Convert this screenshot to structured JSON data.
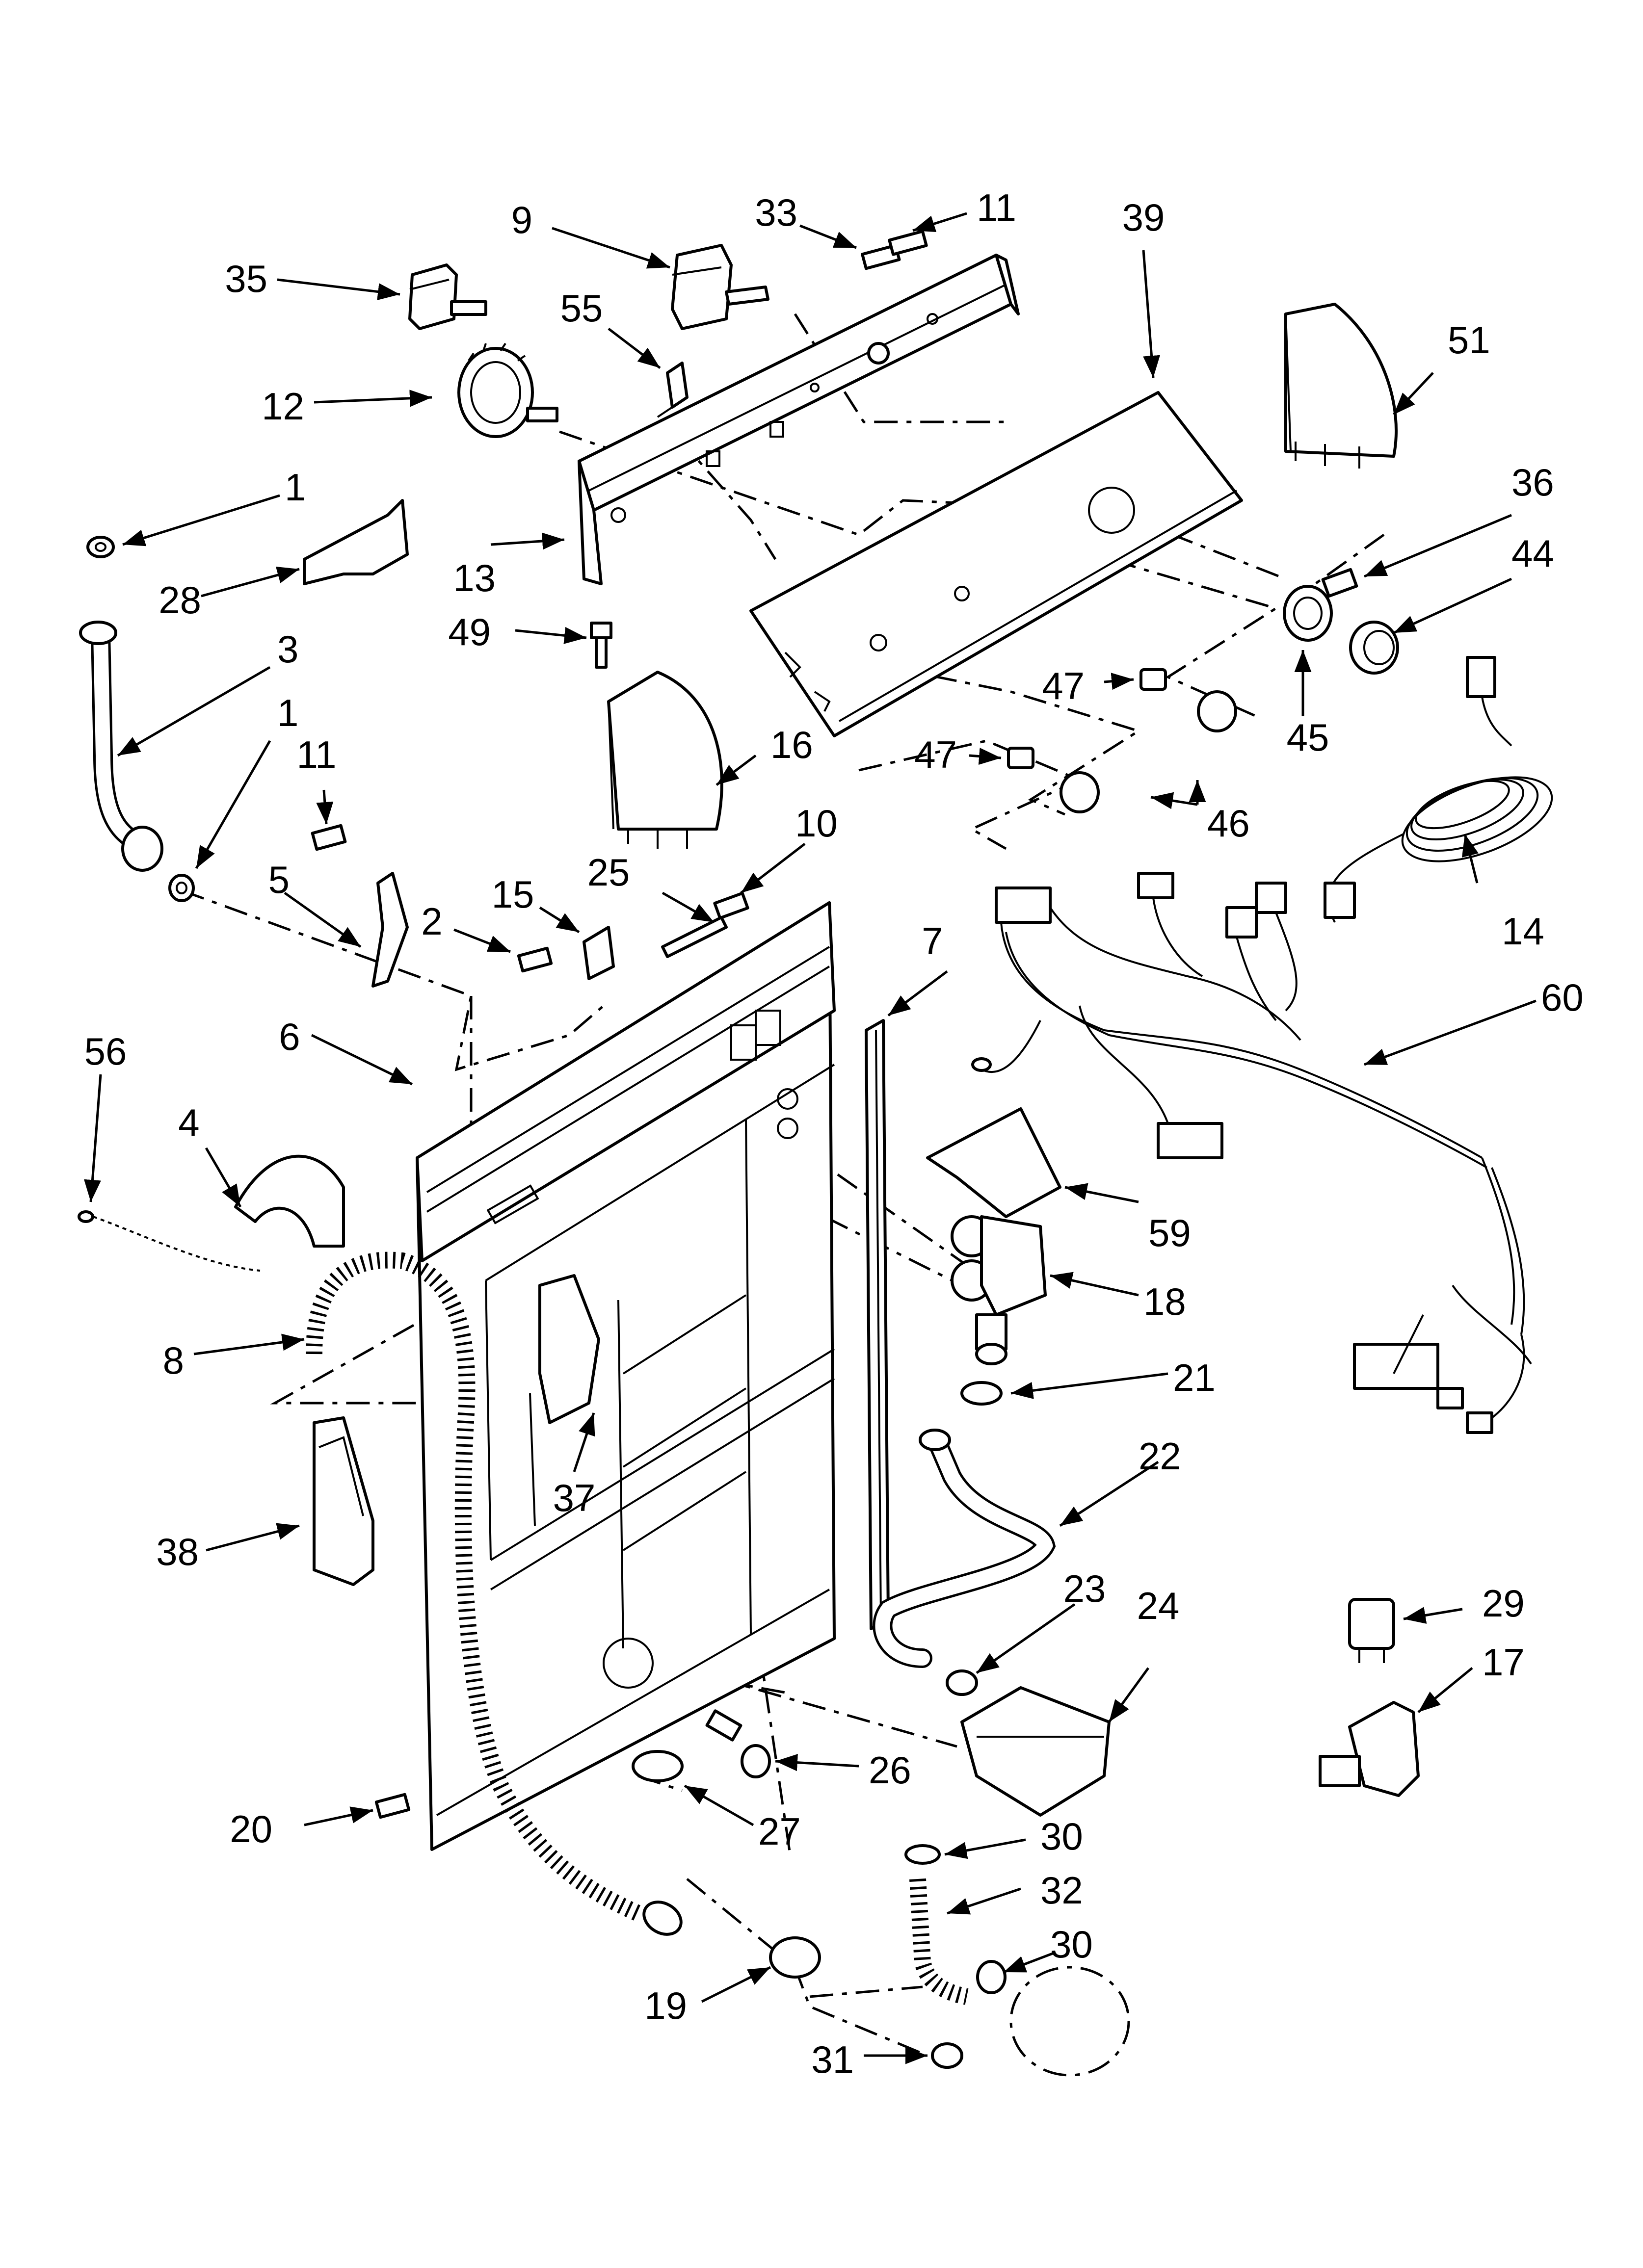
{
  "diagram": {
    "type": "exploded-parts-diagram",
    "callouts": [
      {
        "id": "c1a",
        "label": "1"
      },
      {
        "id": "c1b",
        "label": "1"
      },
      {
        "id": "c2",
        "label": "2"
      },
      {
        "id": "c3",
        "label": "3"
      },
      {
        "id": "c4",
        "label": "4"
      },
      {
        "id": "c5",
        "label": "5"
      },
      {
        "id": "c6",
        "label": "6"
      },
      {
        "id": "c7",
        "label": "7"
      },
      {
        "id": "c8",
        "label": "8"
      },
      {
        "id": "c9",
        "label": "9"
      },
      {
        "id": "c10",
        "label": "10"
      },
      {
        "id": "c11a",
        "label": "11"
      },
      {
        "id": "c11b",
        "label": "11"
      },
      {
        "id": "c12",
        "label": "12"
      },
      {
        "id": "c13",
        "label": "13"
      },
      {
        "id": "c14",
        "label": "14"
      },
      {
        "id": "c15",
        "label": "15"
      },
      {
        "id": "c16",
        "label": "16"
      },
      {
        "id": "c17",
        "label": "17"
      },
      {
        "id": "c18",
        "label": "18"
      },
      {
        "id": "c19",
        "label": "19"
      },
      {
        "id": "c20",
        "label": "20"
      },
      {
        "id": "c21",
        "label": "21"
      },
      {
        "id": "c22",
        "label": "22"
      },
      {
        "id": "c23",
        "label": "23"
      },
      {
        "id": "c24",
        "label": "24"
      },
      {
        "id": "c25",
        "label": "25"
      },
      {
        "id": "c26",
        "label": "26"
      },
      {
        "id": "c27",
        "label": "27"
      },
      {
        "id": "c28",
        "label": "28"
      },
      {
        "id": "c29",
        "label": "29"
      },
      {
        "id": "c30a",
        "label": "30"
      },
      {
        "id": "c30b",
        "label": "30"
      },
      {
        "id": "c31",
        "label": "31"
      },
      {
        "id": "c32",
        "label": "32"
      },
      {
        "id": "c33",
        "label": "33"
      },
      {
        "id": "c35",
        "label": "35"
      },
      {
        "id": "c36",
        "label": "36"
      },
      {
        "id": "c37",
        "label": "37"
      },
      {
        "id": "c38",
        "label": "38"
      },
      {
        "id": "c39",
        "label": "39"
      },
      {
        "id": "c44",
        "label": "44"
      },
      {
        "id": "c45",
        "label": "45"
      },
      {
        "id": "c46",
        "label": "46"
      },
      {
        "id": "c47a",
        "label": "47"
      },
      {
        "id": "c47b",
        "label": "47"
      },
      {
        "id": "c49",
        "label": "49"
      },
      {
        "id": "c51",
        "label": "51"
      },
      {
        "id": "c55",
        "label": "55"
      },
      {
        "id": "c56",
        "label": "56"
      },
      {
        "id": "c59",
        "label": "59"
      },
      {
        "id": "c60",
        "label": "60"
      }
    ]
  }
}
